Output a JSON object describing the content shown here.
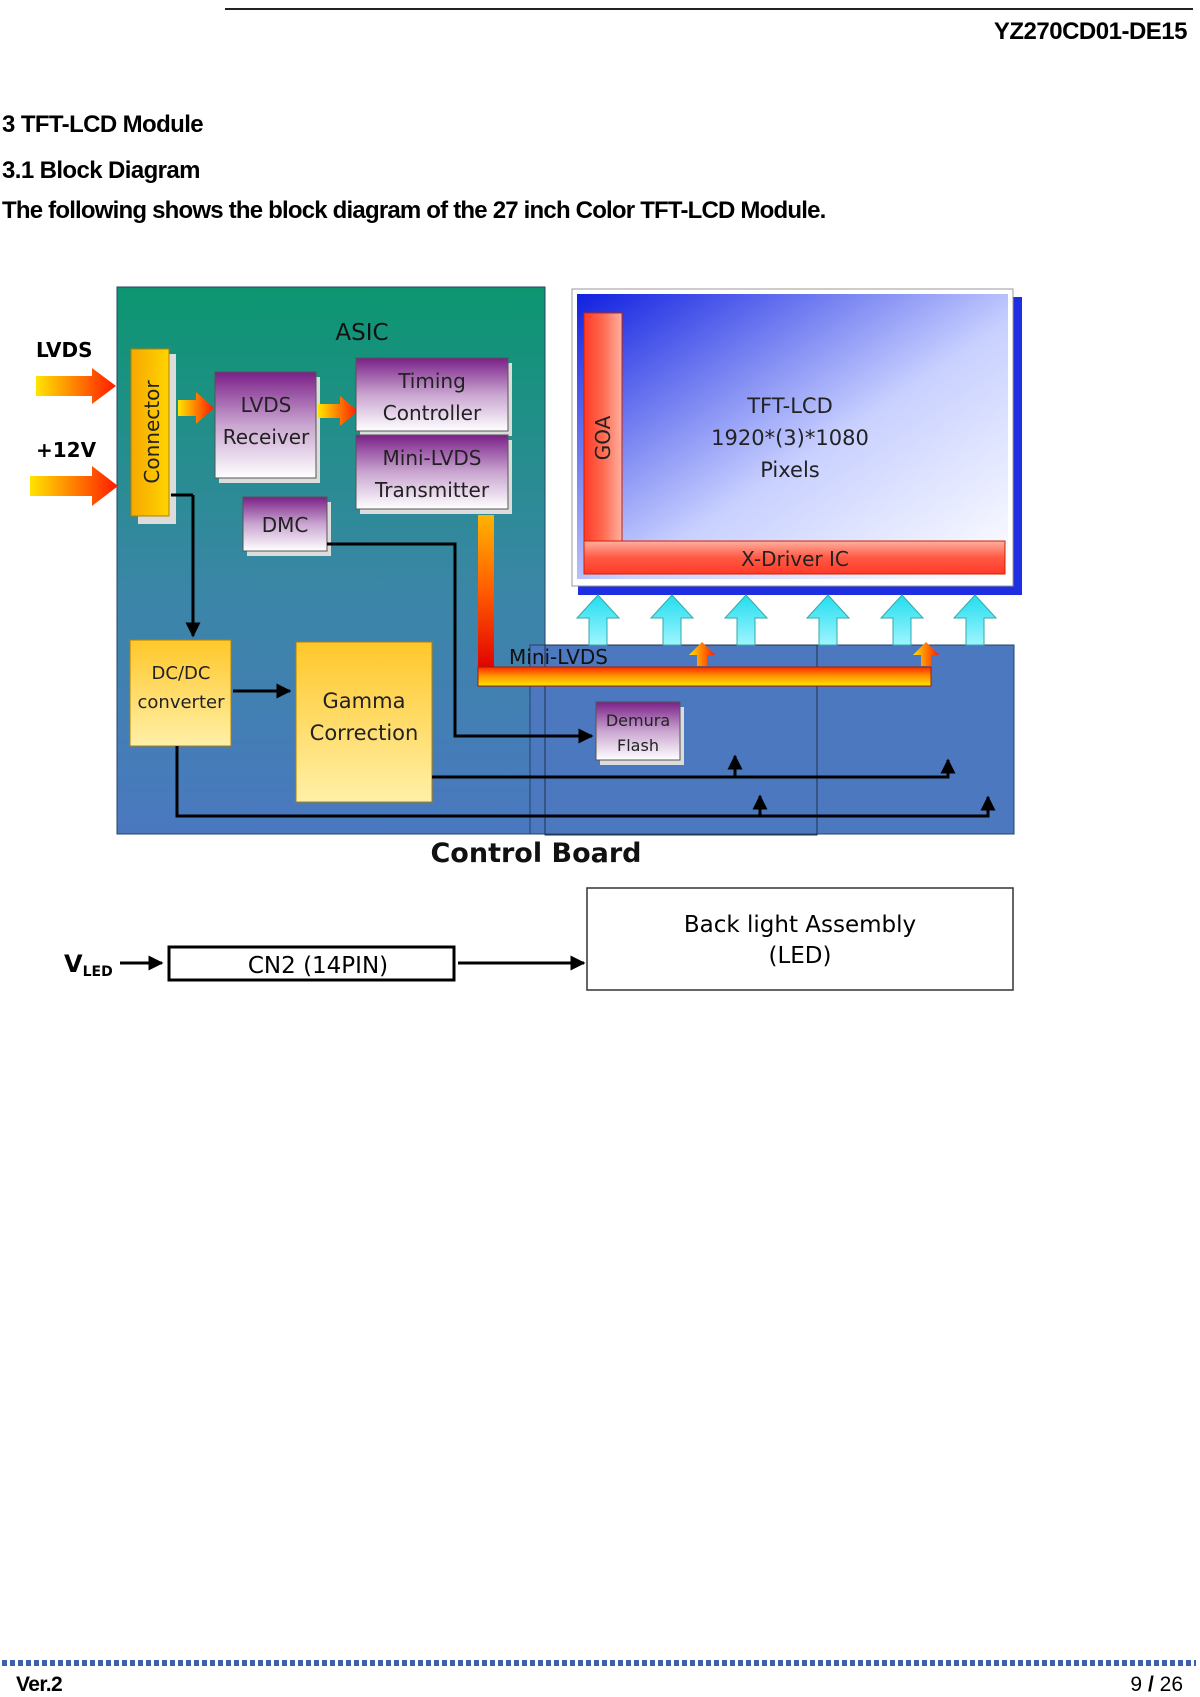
{
  "header": {
    "doc_id": "YZ270CD01-DE15"
  },
  "section": {
    "title": "3 TFT-LCD Module",
    "subtitle": "3.1 Block Diagram",
    "intro": "The following shows the block diagram of the 27 inch Color TFT-LCD Module."
  },
  "diagram": {
    "inputs": {
      "lvds": "LVDS",
      "v12": "+12V"
    },
    "asic": "ASIC",
    "connector": "Connector",
    "lvds_receiver": [
      "LVDS",
      "Receiver"
    ],
    "timing_controller": [
      "Timing",
      "Controller"
    ],
    "mini_lvds_transmitter": [
      "Mini-LVDS",
      "Transmitter"
    ],
    "dmc": "DMC",
    "dcdc": [
      "DC/DC",
      "converter"
    ],
    "gamma": [
      "Gamma",
      "Correction"
    ],
    "demura": [
      "Demura",
      "Flash"
    ],
    "mini_lvds_bus": "Mini-LVDS",
    "panel": {
      "goa": "GOA",
      "title": "TFT-LCD",
      "resolution": "1920*(3)*1080",
      "unit": "Pixels",
      "x_driver": "X-Driver  IC"
    },
    "control_board": "Control Board",
    "vled": {
      "main": "V",
      "sub": "LED"
    },
    "cn2": "CN2 (14PIN)",
    "backlight": [
      "Back light Assembly",
      "(LED)"
    ]
  },
  "footer": {
    "version": "Ver.2",
    "page": "9",
    "total": "26"
  }
}
